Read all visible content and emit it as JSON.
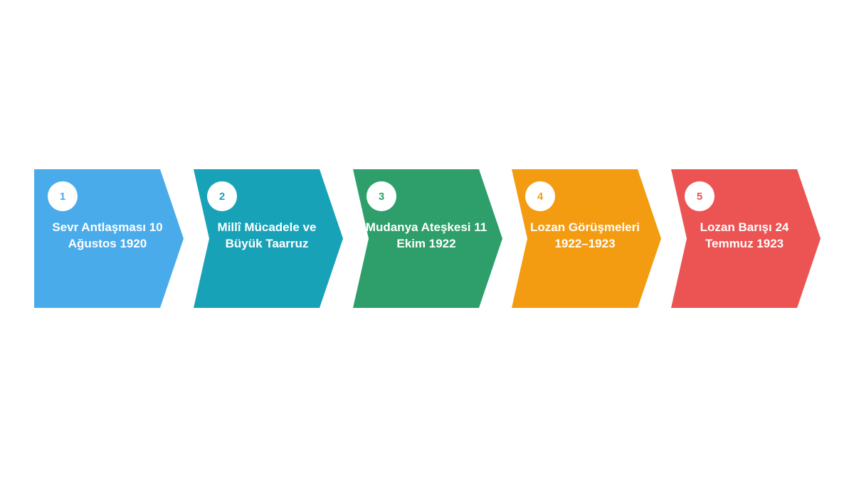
{
  "steps": [
    {
      "number": "1",
      "label": "Sevr Antlaşması 10 Ağustos 1920",
      "color": "#4AABEB"
    },
    {
      "number": "2",
      "label": "Millî Mücadele ve Büyük Taarruz",
      "color": "#18A2B8"
    },
    {
      "number": "3",
      "label": "Mudanya Ateşkesi 11 Ekim 1922",
      "color": "#2E9E6A"
    },
    {
      "number": "4",
      "label": "Lozan Görüşmeleri 1922–1923",
      "color": "#F39C12"
    },
    {
      "number": "5",
      "label": "Lozan Barışı 24 Temmuz 1923",
      "color": "#EC5353"
    }
  ]
}
